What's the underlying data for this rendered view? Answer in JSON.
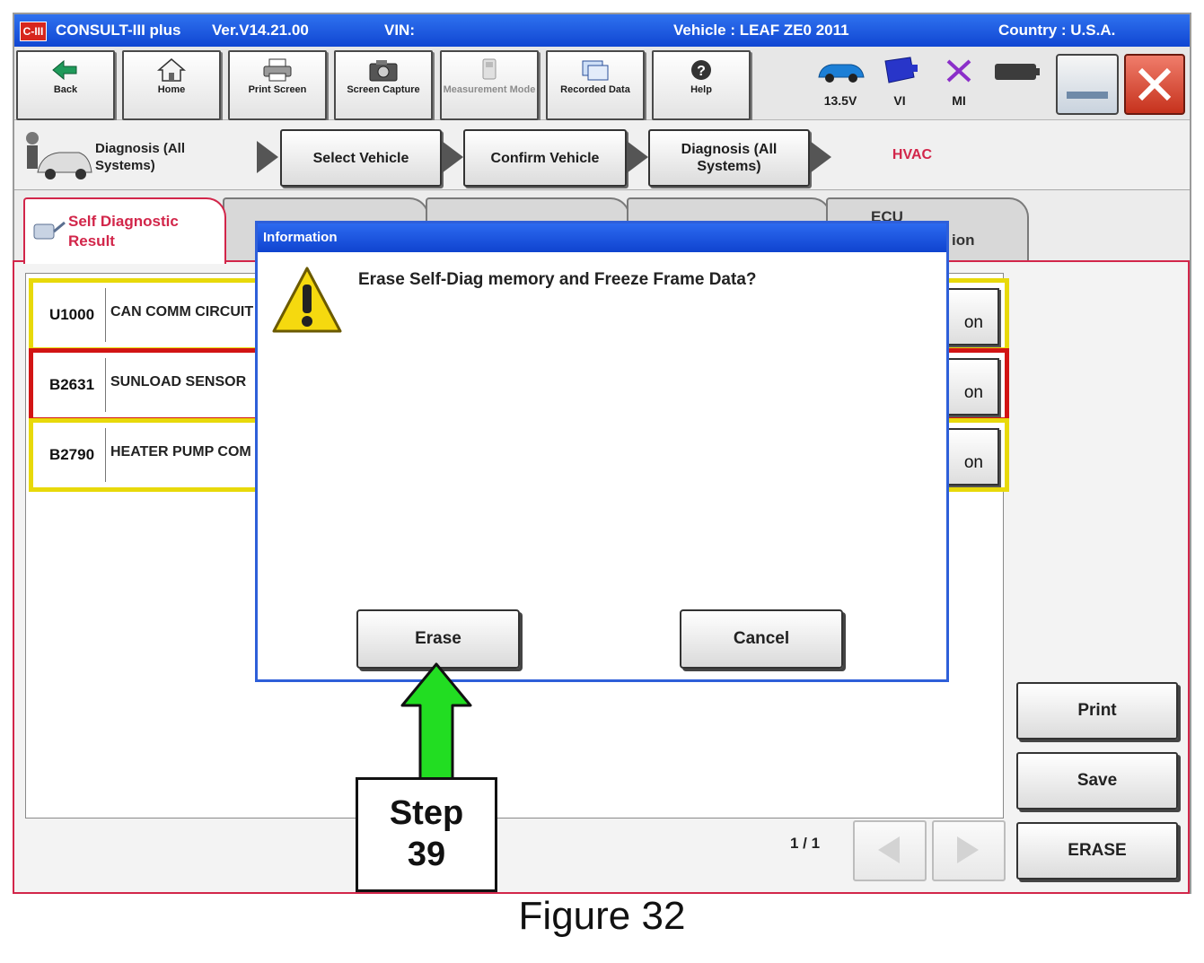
{
  "titlebar": {
    "logo": "C-III",
    "app": "CONSULT-III plus",
    "version": "Ver.V14.21.00",
    "vin_label": "VIN:",
    "vehicle": "Vehicle : LEAF ZE0 2011",
    "country": "Country : U.S.A."
  },
  "toolbar": {
    "buttons": [
      {
        "label": "Back",
        "icon": "back-arrow-icon"
      },
      {
        "label": "Home",
        "icon": "home-icon"
      },
      {
        "label": "Print Screen",
        "icon": "printer-icon"
      },
      {
        "label": "Screen Capture",
        "icon": "camera-icon"
      },
      {
        "label": "Measurement Mode",
        "icon": "measurement-icon",
        "disabled": true
      },
      {
        "label": "Recorded Data",
        "icon": "recorded-data-icon"
      },
      {
        "label": "Help",
        "icon": "help-icon"
      }
    ],
    "status": {
      "battery_voltage": "13.5V",
      "vi": "VI",
      "mi": "MI"
    }
  },
  "breadcrumb": {
    "current": "Diagnosis (All Systems)",
    "steps": [
      "Select Vehicle",
      "Confirm Vehicle",
      "Diagnosis (All Systems)"
    ],
    "system": "HVAC"
  },
  "tabs": {
    "active": "Self Diagnostic Result",
    "partial_right": "ECU",
    "partial_right_suffix": "ion"
  },
  "dtc_rows": [
    {
      "code": "U1000",
      "name": "CAN COMM CIRCUIT",
      "btn_suffix": "on",
      "border": "#e8d90a"
    },
    {
      "code": "B2631",
      "name": "SUNLOAD SENSOR",
      "btn_suffix": "on",
      "border": "#d21414"
    },
    {
      "code": "B2790",
      "name": "HEATER PUMP COM",
      "btn_suffix": "on",
      "border": "#e8d90a"
    }
  ],
  "side_buttons": {
    "print": "Print",
    "save": "Save",
    "erase": "ERASE"
  },
  "pagination": {
    "page": "1 / 1"
  },
  "dialog": {
    "title": "Information",
    "message": "Erase Self-Diag memory and Freeze Frame Data?",
    "erase": "Erase",
    "cancel": "Cancel"
  },
  "callout": {
    "line1": "Step",
    "line2": "39"
  },
  "caption": "Figure 32",
  "colors": {
    "titlebar": "#1a55e0",
    "accent_red": "#d2264a",
    "arrow_green": "#22dd22",
    "hvac": "#d2264a"
  }
}
